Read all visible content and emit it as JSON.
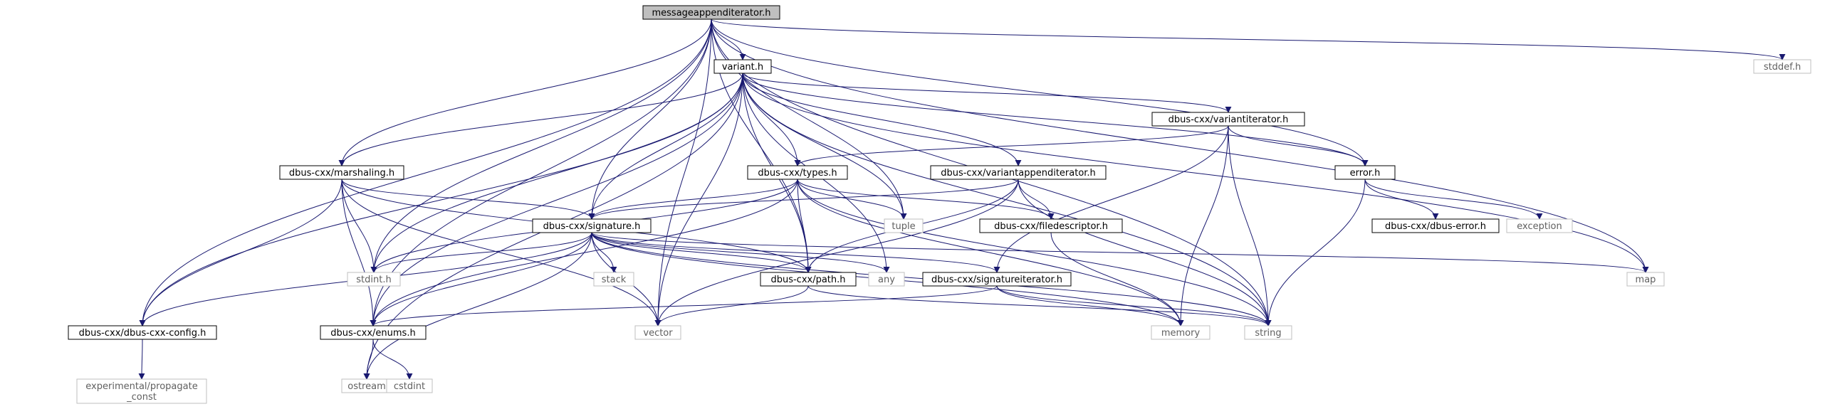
{
  "graph": {
    "root": "messageappenditerator.h",
    "nodes": [
      {
        "id": "root",
        "label": "messageappenditerator.h",
        "kind": "root"
      },
      {
        "id": "variant",
        "label": "variant.h",
        "kind": "doc"
      },
      {
        "id": "stddef",
        "label": "stddef.h",
        "kind": "sys"
      },
      {
        "id": "variantiterator",
        "label": "dbus-cxx/variantiterator.h",
        "kind": "doc"
      },
      {
        "id": "marshaling",
        "label": "dbus-cxx/marshaling.h",
        "kind": "doc"
      },
      {
        "id": "types",
        "label": "dbus-cxx/types.h",
        "kind": "doc"
      },
      {
        "id": "variantappenditerator",
        "label": "dbus-cxx/variantappenditerator.h",
        "kind": "doc"
      },
      {
        "id": "error",
        "label": "error.h",
        "kind": "doc"
      },
      {
        "id": "tuple",
        "label": "tuple",
        "kind": "sys"
      },
      {
        "id": "filedescriptor",
        "label": "dbus-cxx/filedescriptor.h",
        "kind": "doc"
      },
      {
        "id": "dbuserror",
        "label": "dbus-cxx/dbus-error.h",
        "kind": "doc"
      },
      {
        "id": "exception",
        "label": "exception",
        "kind": "sys"
      },
      {
        "id": "signature",
        "label": "dbus-cxx/signature.h",
        "kind": "doc"
      },
      {
        "id": "stdint",
        "label": "stdint.h",
        "kind": "sys"
      },
      {
        "id": "stack",
        "label": "stack",
        "kind": "sys"
      },
      {
        "id": "path",
        "label": "dbus-cxx/path.h",
        "kind": "doc"
      },
      {
        "id": "any",
        "label": "any",
        "kind": "sys"
      },
      {
        "id": "sigiter",
        "label": "dbus-cxx/signatureiterator.h",
        "kind": "doc"
      },
      {
        "id": "map",
        "label": "map",
        "kind": "sys"
      },
      {
        "id": "config",
        "label": "dbus-cxx/dbus-cxx-config.h",
        "kind": "doc"
      },
      {
        "id": "enums",
        "label": "dbus-cxx/enums.h",
        "kind": "doc"
      },
      {
        "id": "vector",
        "label": "vector",
        "kind": "sys"
      },
      {
        "id": "memory",
        "label": "memory",
        "kind": "sys"
      },
      {
        "id": "string",
        "label": "string",
        "kind": "sys"
      },
      {
        "id": "propagate",
        "label": "experimental/propagate\n_const",
        "kind": "sys"
      },
      {
        "id": "ostream",
        "label": "ostream",
        "kind": "sys"
      },
      {
        "id": "cstdint",
        "label": "cstdint",
        "kind": "sys"
      }
    ],
    "edges": [
      [
        "root",
        "variant"
      ],
      [
        "root",
        "stddef"
      ],
      [
        "root",
        "marshaling"
      ],
      [
        "root",
        "tuple"
      ],
      [
        "root",
        "error"
      ],
      [
        "root",
        "signature"
      ],
      [
        "root",
        "path"
      ],
      [
        "root",
        "stdint"
      ],
      [
        "root",
        "config"
      ],
      [
        "root",
        "enums"
      ],
      [
        "root",
        "vector"
      ],
      [
        "root",
        "map"
      ],
      [
        "root",
        "string"
      ],
      [
        "variant",
        "variantiterator"
      ],
      [
        "variant",
        "marshaling"
      ],
      [
        "variant",
        "types"
      ],
      [
        "variant",
        "variantappenditerator"
      ],
      [
        "variant",
        "error"
      ],
      [
        "variant",
        "tuple"
      ],
      [
        "variant",
        "signature"
      ],
      [
        "variant",
        "path"
      ],
      [
        "variant",
        "stdint"
      ],
      [
        "variant",
        "any"
      ],
      [
        "variant",
        "config"
      ],
      [
        "variant",
        "enums"
      ],
      [
        "variant",
        "vector"
      ],
      [
        "variant",
        "map"
      ],
      [
        "variant",
        "string"
      ],
      [
        "variant",
        "ostream"
      ],
      [
        "variantiterator",
        "types"
      ],
      [
        "variantiterator",
        "error"
      ],
      [
        "variantiterator",
        "sigiter"
      ],
      [
        "variantiterator",
        "memory"
      ],
      [
        "variantiterator",
        "string"
      ],
      [
        "marshaling",
        "signature"
      ],
      [
        "marshaling",
        "path"
      ],
      [
        "marshaling",
        "stdint"
      ],
      [
        "marshaling",
        "config"
      ],
      [
        "marshaling",
        "enums"
      ],
      [
        "marshaling",
        "vector"
      ],
      [
        "types",
        "signature"
      ],
      [
        "types",
        "tuple"
      ],
      [
        "types",
        "filedescriptor"
      ],
      [
        "types",
        "path"
      ],
      [
        "types",
        "stdint"
      ],
      [
        "types",
        "enums"
      ],
      [
        "types",
        "memory"
      ],
      [
        "types",
        "string"
      ],
      [
        "variantappenditerator",
        "signature"
      ],
      [
        "variantappenditerator",
        "filedescriptor"
      ],
      [
        "variantappenditerator",
        "path"
      ],
      [
        "variantappenditerator",
        "vector"
      ],
      [
        "variantappenditerator",
        "string"
      ],
      [
        "error",
        "dbuserror"
      ],
      [
        "error",
        "exception"
      ],
      [
        "error",
        "string"
      ],
      [
        "filedescriptor",
        "memory"
      ],
      [
        "signature",
        "stdint"
      ],
      [
        "signature",
        "stack"
      ],
      [
        "signature",
        "path"
      ],
      [
        "signature",
        "any"
      ],
      [
        "signature",
        "sigiter"
      ],
      [
        "signature",
        "map"
      ],
      [
        "signature",
        "config"
      ],
      [
        "signature",
        "enums"
      ],
      [
        "signature",
        "vector"
      ],
      [
        "signature",
        "memory"
      ],
      [
        "signature",
        "string"
      ],
      [
        "signature",
        "ostream"
      ],
      [
        "path",
        "vector"
      ],
      [
        "path",
        "string"
      ],
      [
        "sigiter",
        "enums"
      ],
      [
        "sigiter",
        "memory"
      ],
      [
        "sigiter",
        "string"
      ],
      [
        "config",
        "propagate"
      ],
      [
        "enums",
        "ostream"
      ],
      [
        "enums",
        "cstdint"
      ]
    ]
  },
  "colors": {
    "edge": "#191970",
    "doc_border": "#000000",
    "sys_border": "#bfbfbf",
    "root_fill": "#bfbfbf",
    "sys_text": "#606060"
  }
}
